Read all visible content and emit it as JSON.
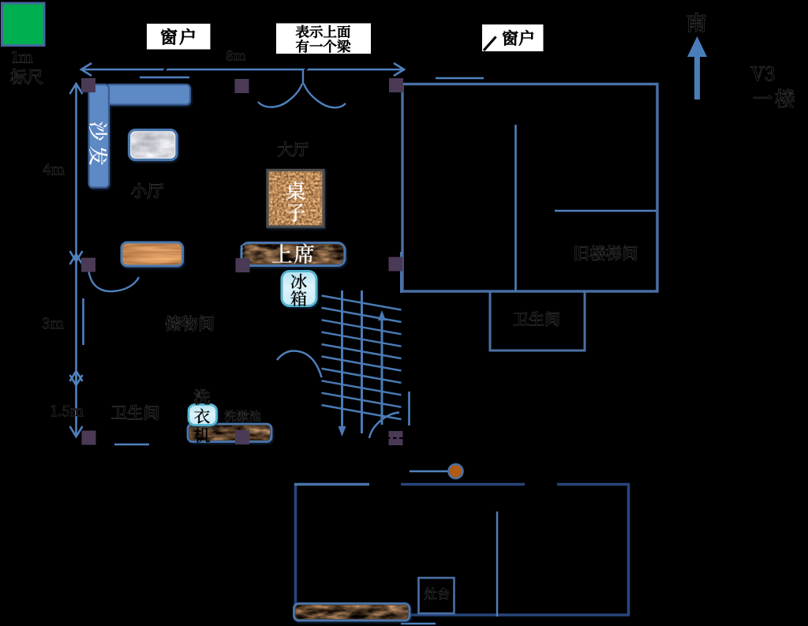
{
  "legend": {
    "swatch_color": "#00b050",
    "value": "1m",
    "label": "标尺"
  },
  "dimensions": {
    "top_width": "8m",
    "left_upper": "4m",
    "left_middle": "3m",
    "left_lower": "1.5m"
  },
  "annotations": {
    "window_left": "窗户",
    "window_right": "窗户",
    "beam_note": "表示上面有一个梁",
    "beam_note_lines": [
      "表示上面",
      "有一个梁"
    ]
  },
  "compass": {
    "south": "南"
  },
  "sheet": {
    "version": "V3",
    "floor": "一楼"
  },
  "rooms": {
    "hall_main": "大厅",
    "hall_small": "小厅",
    "storage": "储物间",
    "bathroom_left": "卫生间",
    "stairwell_old": "旧楼梯间",
    "bathroom_right": "卫生间"
  },
  "furniture": {
    "sofa": "沙发",
    "table": "桌子",
    "head_seat": "上席",
    "fridge": "冰箱",
    "washing_machine": "洗衣机",
    "wash_basin": "洗漱池",
    "stove": "灶台"
  },
  "colors": {
    "background": "#000000",
    "line_blue": "#4f81bd",
    "wall_blue": "#4a70a5",
    "wall_navy": "#27457a",
    "column_purple": "#4a3a56",
    "scale_green": "#00b050",
    "fridge_teal": "#56b4cf",
    "circle_orange": "#b05a14"
  }
}
